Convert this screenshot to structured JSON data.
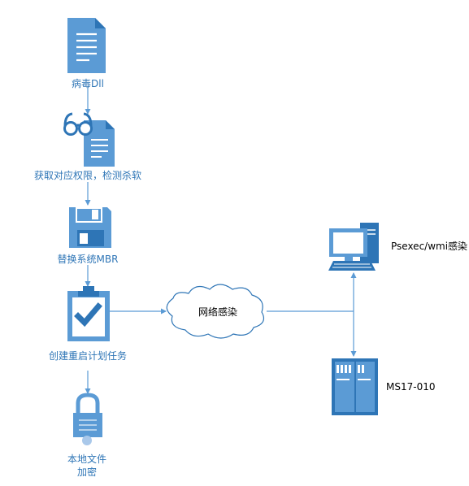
{
  "colors": {
    "icon": "#5b9bd5",
    "icon_dark": "#2e75b6",
    "label_blue": "#2e75b6",
    "label_black": "#000000",
    "line": "#5b9bd5"
  },
  "nodes": {
    "virus_dll": {
      "label": "病毒Dll",
      "icon": "document-icon"
    },
    "privilege": {
      "label": "获取对应权限，检测杀软",
      "icon": "document-review-icon"
    },
    "mbr": {
      "label": "替换系统MBR",
      "icon": "floppy-disk-icon"
    },
    "task": {
      "label": "创建重启计划任务",
      "icon": "clipboard-check-icon"
    },
    "encrypt": {
      "label_line1": "本地文件",
      "label_line2": "加密",
      "icon": "lock-icon"
    },
    "network": {
      "label": "网络感染",
      "icon": "cloud-icon"
    },
    "psexec": {
      "label": "Psexec/wmi感染",
      "icon": "computer-icon"
    },
    "ms17": {
      "label": "MS17-010",
      "icon": "server-icon"
    }
  }
}
